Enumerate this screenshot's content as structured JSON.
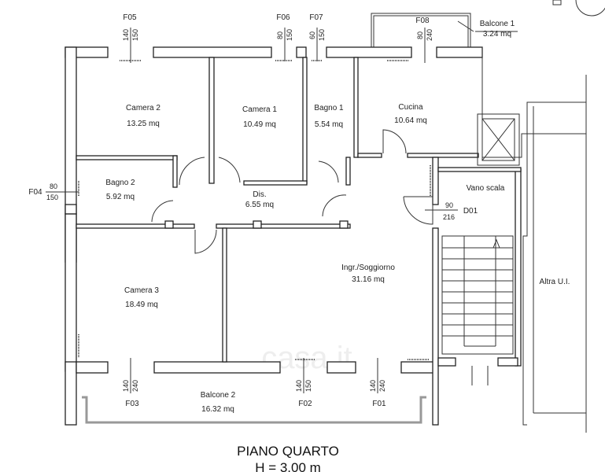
{
  "rooms": {
    "camera2": {
      "name": "Camera 2",
      "area": "13.25 mq"
    },
    "camera1": {
      "name": "Camera 1",
      "area": "10.49 mq"
    },
    "bagno1": {
      "name": "Bagno 1",
      "area": "5.54 mq"
    },
    "cucina": {
      "name": "Cucina",
      "area": "10.64 mq"
    },
    "bagno2": {
      "name": "Bagno 2",
      "area": "5.92 mq"
    },
    "dis": {
      "name": "Dis.",
      "area": "6.55 mq"
    },
    "camera3": {
      "name": "Camera 3",
      "area": "18.49 mq"
    },
    "soggiorno": {
      "name": "Ingr./Soggiorno",
      "area": "31.16 mq"
    },
    "balcone1": {
      "name": "Balcone 1",
      "area": "3.24 mq"
    },
    "balcone2": {
      "name": "Balcone 2",
      "area": "16.32 mq"
    },
    "vano_scala": {
      "name": "Vano scala"
    },
    "altra_ui": {
      "name": "Altra U.I."
    }
  },
  "openings": {
    "F05": {
      "id": "F05",
      "w": "140",
      "h": "150"
    },
    "F06": {
      "id": "F06",
      "w": "80",
      "h": "150"
    },
    "F07": {
      "id": "F07",
      "w": "60",
      "h": "150"
    },
    "F08": {
      "id": "F08",
      "w": "80",
      "h": "240"
    },
    "F04": {
      "id": "F04",
      "w": "80",
      "h": "150"
    },
    "F03": {
      "id": "F03",
      "w": "140",
      "h": "240"
    },
    "F02": {
      "id": "F02",
      "w": "140",
      "h": "150"
    },
    "F01": {
      "id": "F01",
      "w": "140",
      "h": "240"
    },
    "D01": {
      "id": "D01",
      "w": "90",
      "h": "216"
    }
  },
  "footer": {
    "floor": "PIANO QUARTO",
    "height": "H = 3.00 m"
  },
  "watermark": "casa.it"
}
